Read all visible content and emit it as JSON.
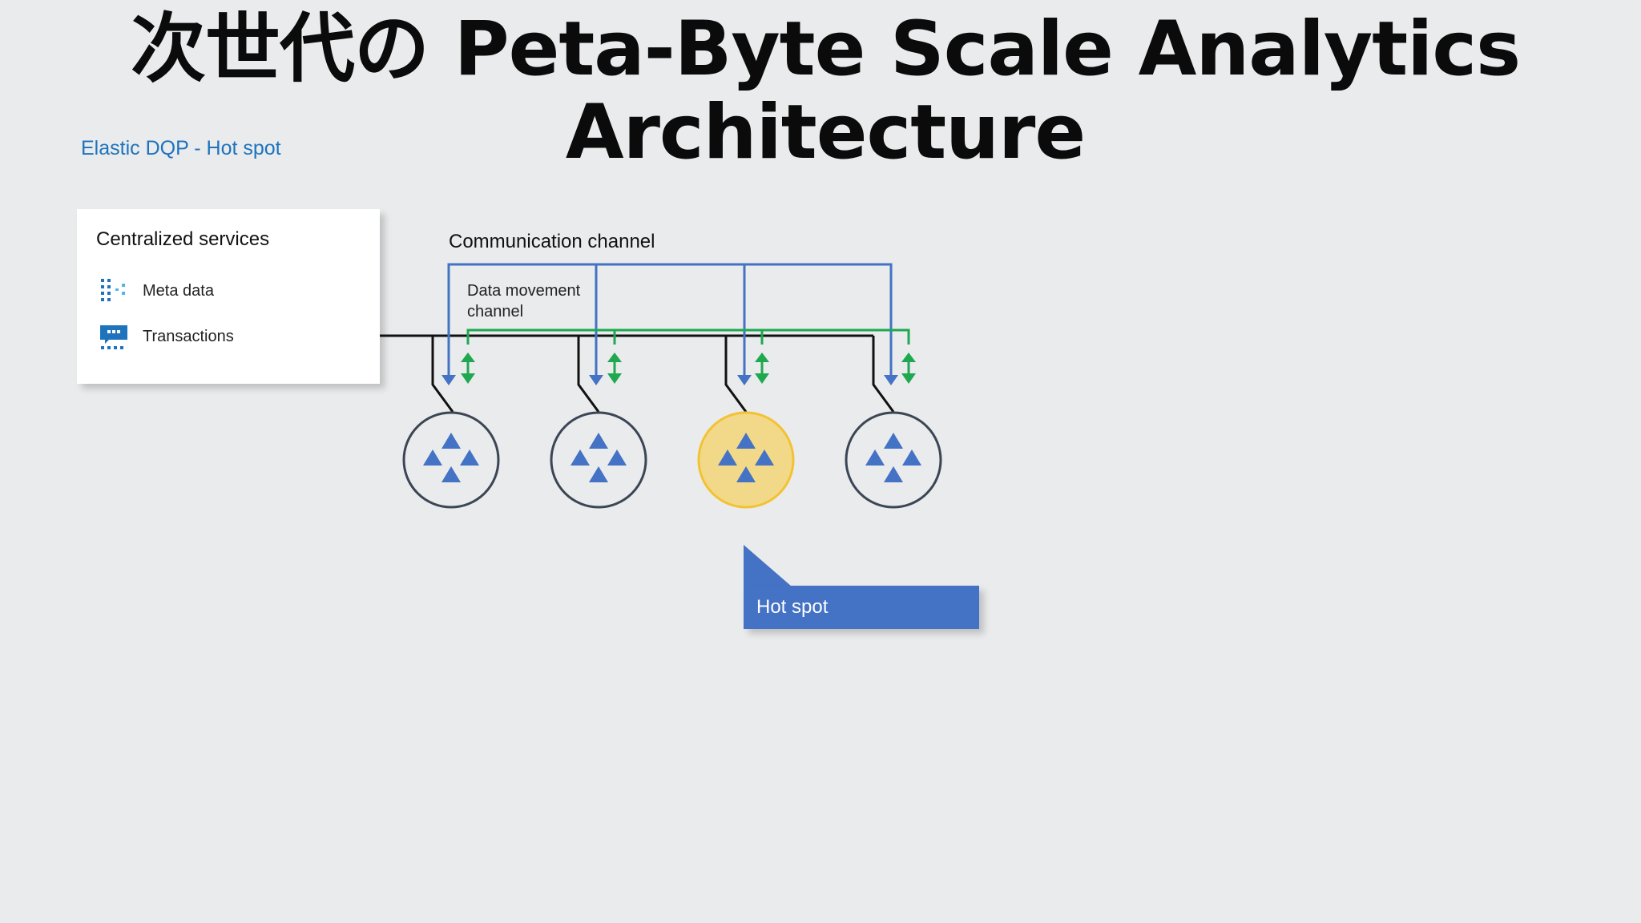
{
  "slide": {
    "title_line1": "次世代の Peta-Byte Scale Analytics",
    "title_line2": "Architecture",
    "subtitle": "Elastic DQP - Hot spot"
  },
  "services": {
    "heading": "Centralized services",
    "items": [
      {
        "label": "Meta data",
        "icon": "meta-data-icon"
      },
      {
        "label": "Transactions",
        "icon": "transactions-icon"
      }
    ]
  },
  "channels": {
    "communication": "Communication channel",
    "data_movement": "Data movement channel"
  },
  "nodes": [
    {
      "state": "normal",
      "icon": "compute-node-icon"
    },
    {
      "state": "normal",
      "icon": "compute-node-icon"
    },
    {
      "state": "hot",
      "icon": "compute-node-icon"
    },
    {
      "state": "normal",
      "icon": "compute-node-icon"
    }
  ],
  "callout": {
    "label": "Hot spot"
  },
  "colors": {
    "background": "#e9ebec",
    "subtitle": "#1e73be",
    "communication_line": "#4472c4",
    "data_movement_line": "#1fa84f",
    "node_stroke": "#3b4554",
    "node_fill": "#e9ebec",
    "hot_node_fill": "#f2d98a",
    "hot_node_stroke": "#f3c233",
    "node_triangles": "#4472c4",
    "callout_fill": "#4472c4"
  }
}
